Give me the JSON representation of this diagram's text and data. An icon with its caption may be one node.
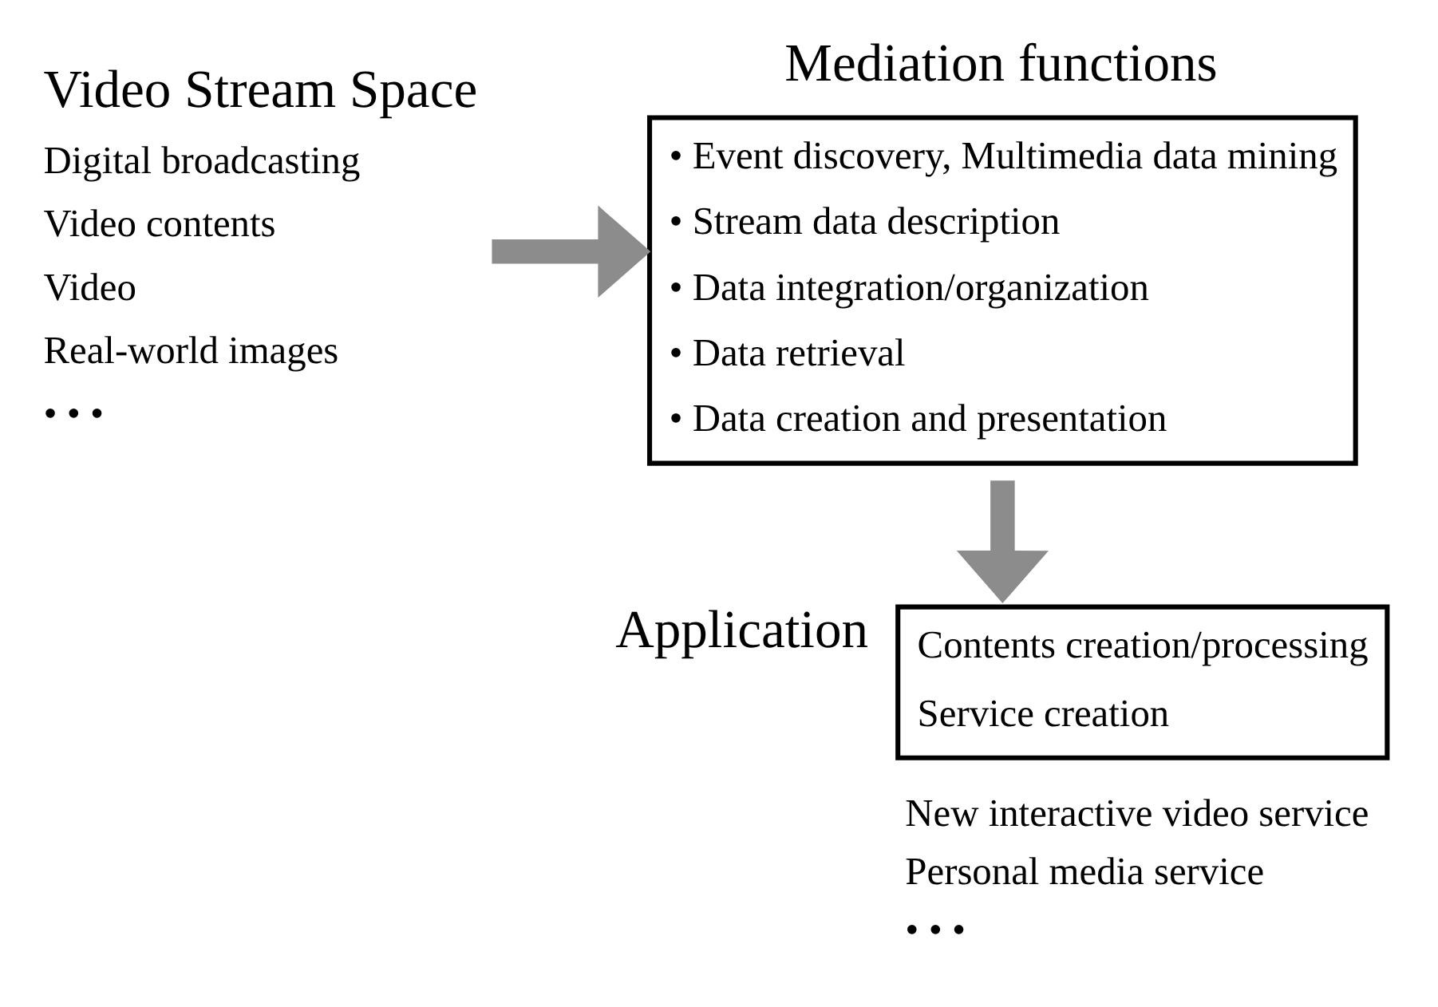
{
  "diagram": {
    "nodes": [
      {
        "text": [
          "Video Stream Space",
          "Digital broadcasting",
          "Video contents",
          "Video",
          "Real-world images",
          "• • •"
        ]
      },
      {
        "text": [
          "Mediation functions",
          "• Event discovery, Multimedia data mining",
          "• Stream data description",
          "• Data integration/organization",
          "• Data retrieval",
          "• Data creation and presentation"
        ]
      },
      {
        "text": [
          "Application",
          "Contents creation/processing",
          "Service creation"
        ],
        "beside": [
          "New interactive video service",
          "Personal media service",
          "• • •"
        ]
      }
    ],
    "edges": [
      {
        "from": 0,
        "to": 1,
        "arrow": "to"
      },
      {
        "from": 1,
        "to": 2,
        "arrow": "to"
      }
    ]
  }
}
